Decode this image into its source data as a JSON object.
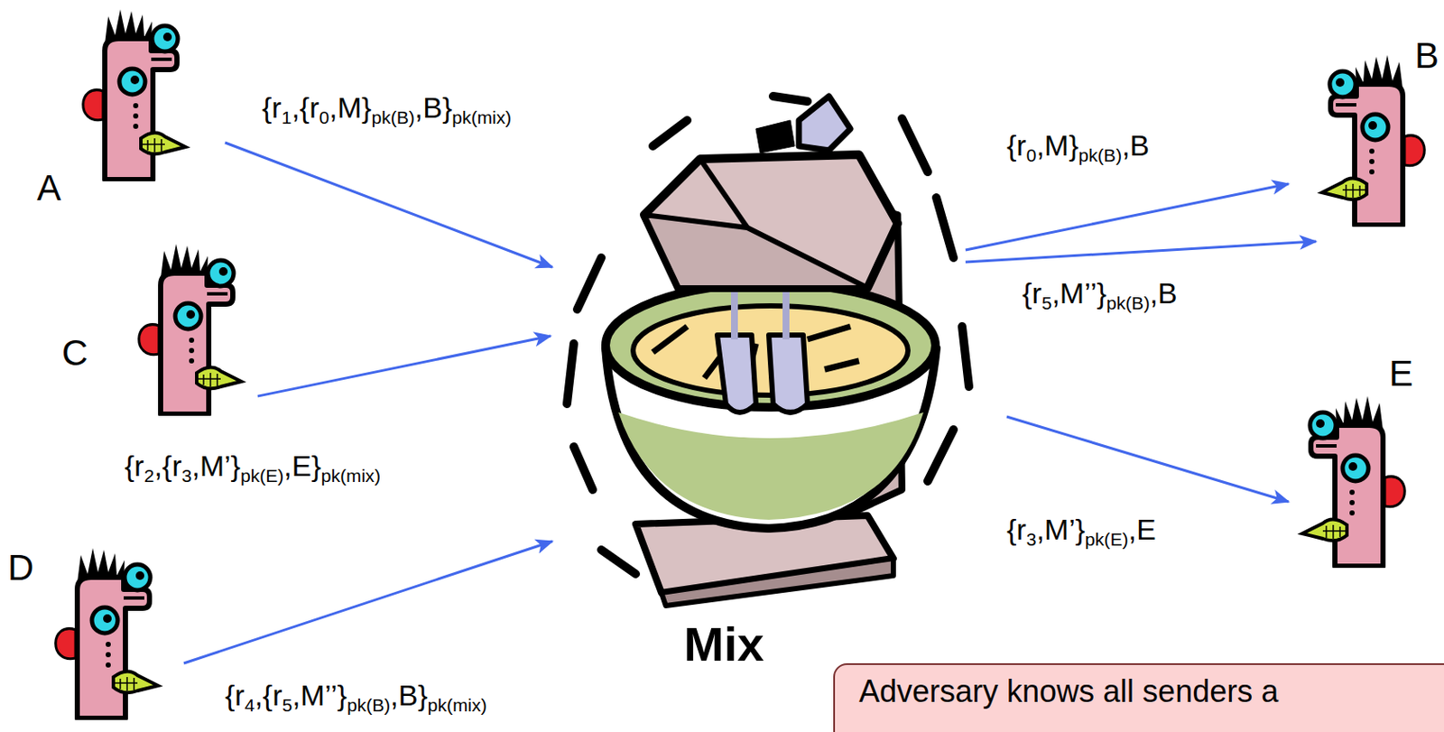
{
  "diagram": {
    "nodes": [
      {
        "text": [
          "A"
        ]
      },
      {
        "text": [
          "C"
        ]
      },
      {
        "text": [
          "D"
        ]
      },
      {
        "text": [
          "Mix"
        ]
      },
      {
        "text": [
          "B"
        ]
      },
      {
        "text": [
          "E"
        ]
      }
    ],
    "edges": [
      {
        "from": 0,
        "to": 3,
        "arrow": "to",
        "label": "{r1,{r0,M}pk(B),B}pk(mix)"
      },
      {
        "from": 1,
        "to": 3,
        "arrow": "to",
        "label": "{r2,{r3,M’}pk(E),E}pk(mix)"
      },
      {
        "from": 2,
        "to": 3,
        "arrow": "to",
        "label": "{r4,{r5,M’’}pk(B),B}pk(mix)"
      },
      {
        "from": 3,
        "to": 4,
        "arrow": "to",
        "label": "{r0,M}pk(B),B"
      },
      {
        "from": 3,
        "to": 4,
        "arrow": "to",
        "label": "{r5,M’’}pk(B),B"
      },
      {
        "from": 3,
        "to": 5,
        "arrow": "to",
        "label": "{r3,M’}pk(E),E"
      }
    ],
    "labels": [
      "Adversary knows all senders a"
    ]
  }
}
